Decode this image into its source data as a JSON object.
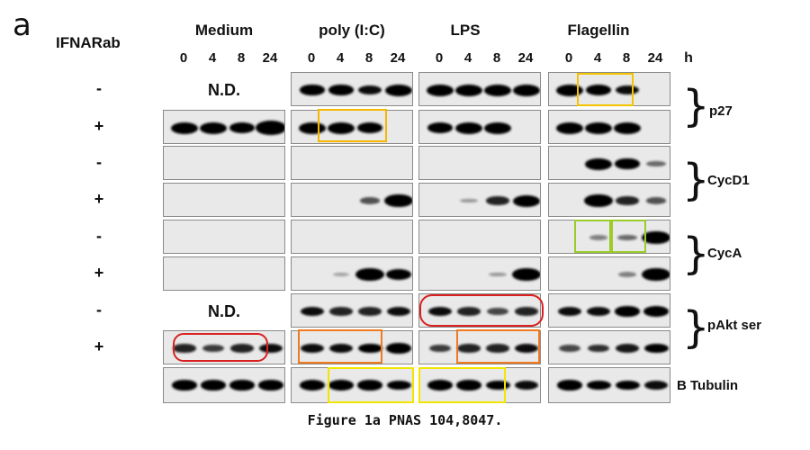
{
  "figure": {
    "panel_letter": "a",
    "row_header": "IFNARab",
    "conditions": [
      "Medium",
      "poly (I:C)",
      "LPS",
      "Flagellin"
    ],
    "timepoints": [
      "0",
      "4",
      "8",
      "24"
    ],
    "time_unit": "h",
    "not_detected": "N.D.",
    "caption": "Figure 1a  PNAS 104,8047."
  },
  "rows": [
    {
      "sign": "-",
      "medium_nd": true,
      "bands": [
        [
          0,
          0,
          0,
          0
        ],
        [
          0.8,
          0.8,
          0.7,
          1
        ],
        [
          1,
          1,
          1,
          1
        ],
        [
          1,
          0.9,
          0.7,
          0
        ]
      ]
    },
    {
      "sign": "+",
      "bands": [
        [
          1,
          1,
          0.9,
          1.3
        ],
        [
          1,
          1,
          0.9,
          0
        ],
        [
          0.9,
          1,
          1,
          0
        ],
        [
          1,
          1,
          1,
          0
        ]
      ]
    },
    {
      "sign": "-",
      "bands": [
        [
          0,
          0,
          0,
          0
        ],
        [
          0,
          0,
          0,
          0
        ],
        [
          0,
          0,
          0,
          0
        ],
        [
          0,
          1,
          0.8,
          0.3
        ]
      ]
    },
    {
      "sign": "+",
      "bands": [
        [
          0,
          0,
          0,
          0
        ],
        [
          0,
          0,
          0.4,
          1.2
        ],
        [
          0,
          0.1,
          0.6,
          1
        ],
        [
          0,
          1.1,
          0.6,
          0.4
        ]
      ]
    },
    {
      "sign": "-",
      "bands": [
        [
          0,
          0,
          0,
          0
        ],
        [
          0,
          0,
          0,
          0
        ],
        [
          0,
          0,
          0,
          0
        ],
        [
          0,
          0.2,
          0.3,
          1.2
        ]
      ]
    },
    {
      "sign": "+",
      "bands": [
        [
          0,
          0,
          0,
          0
        ],
        [
          0,
          0.05,
          1.2,
          0.9
        ],
        [
          0,
          0,
          0.1,
          1.1
        ],
        [
          0,
          0,
          0.2,
          1.2
        ]
      ]
    },
    {
      "sign": "-",
      "medium_nd": true,
      "bands": [
        [
          0,
          0,
          0,
          0
        ],
        [
          0.7,
          0.6,
          0.6,
          0.7
        ],
        [
          0.7,
          0.6,
          0.45,
          0.6
        ],
        [
          0.7,
          0.7,
          0.8,
          0.9
        ]
      ]
    },
    {
      "sign": "+",
      "bands": [
        [
          0.6,
          0.5,
          0.6,
          0.7
        ],
        [
          0.7,
          0.7,
          0.75,
          0.8
        ],
        [
          0.5,
          0.6,
          0.6,
          0.7
        ],
        [
          0.45,
          0.55,
          0.65,
          0.75
        ]
      ]
    },
    {
      "sign": "",
      "bands": [
        [
          0.8,
          0.8,
          0.8,
          0.8
        ],
        [
          0.85,
          0.85,
          0.8,
          0.75
        ],
        [
          0.9,
          0.8,
          0.75,
          0.7
        ],
        [
          0.8,
          0.75,
          0.75,
          0.7
        ]
      ]
    }
  ],
  "proteins": [
    {
      "label": "p27"
    },
    {
      "label": "CycD1"
    },
    {
      "label": "CycA"
    },
    {
      "label": "pAkt ser"
    },
    {
      "label": "B Tubulin"
    }
  ],
  "annotation_colors": {
    "yellow_orange": "#f5b800",
    "yellow": "#f2e600",
    "green": "#9ccc2a",
    "red": "#d92020",
    "orange": "#f07a20"
  }
}
